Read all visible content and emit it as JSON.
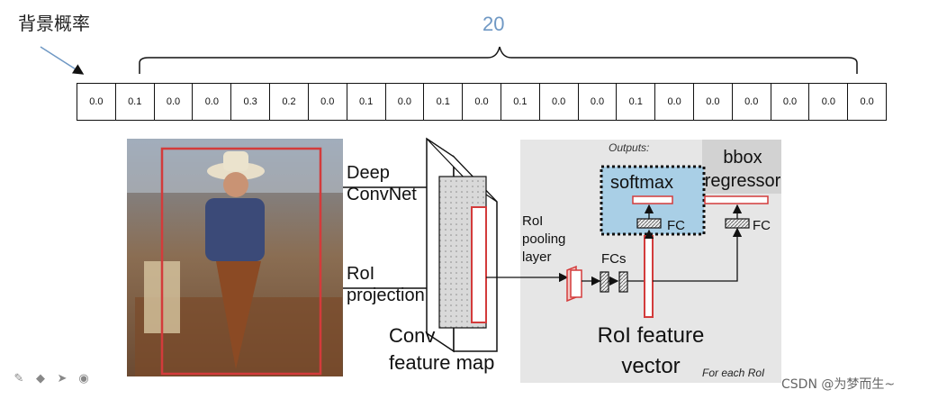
{
  "header": {
    "title_cn": "背景概率",
    "count_label": "20"
  },
  "probabilities": [
    "0.0",
    "0.1",
    "0.0",
    "0.0",
    "0.3",
    "0.2",
    "0.0",
    "0.1",
    "0.0",
    "0.1",
    "0.0",
    "0.1",
    "0.0",
    "0.0",
    "0.1",
    "0.0",
    "0.0",
    "0.0",
    "0.0",
    "0.0",
    "0.0"
  ],
  "diagram": {
    "deep_convnet": "Deep\nConvNet",
    "roi_projection": "RoI\nprojection",
    "conv_feature_map": "Conv\nfeature map",
    "outputs": "Outputs:",
    "softmax": "softmax",
    "bbox_regressor": "bbox\nregressor",
    "fc_softmax": "FC",
    "fc_bbox": "FC",
    "roi_pooling_layer": "RoI\npooling\nlayer",
    "fcs": "FCs",
    "roi_feature_vector": "RoI feature\nvector",
    "for_each_roi": "For each RoI"
  },
  "watermark": "CSDN @为梦而生~",
  "colors": {
    "accent_blue": "#6f98c4",
    "roi_red": "#d33b3b",
    "softmax_box": "#a9cfe6",
    "panel_gray": "#e6e6e6"
  },
  "icons": [
    "pen-icon",
    "eraser-icon",
    "pointer-icon",
    "record-icon"
  ]
}
